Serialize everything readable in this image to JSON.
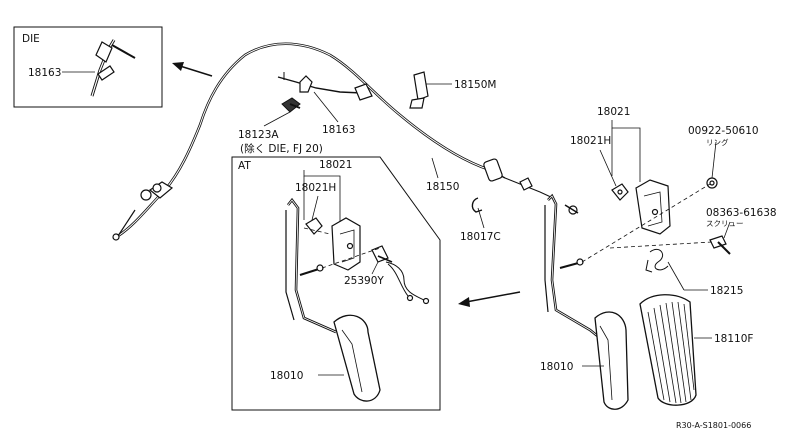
{
  "labels": {
    "die_title": "DIE",
    "p18163_inset": "18163",
    "p18150M": "18150M",
    "p18123A": "18123A",
    "p18123A_note": "(除く DIE, FJ 20)",
    "p18163": "18163",
    "p18150": "18150",
    "p18017C": "18017C",
    "p18021": "18021",
    "p18021H": "18021H",
    "p00922": "00922-50610",
    "p00922_note": "リング",
    "p08363": "08363-61638",
    "p08363_note": "スクリュー",
    "p18215": "18215",
    "p18110F": "18110F",
    "p18010": "18010",
    "at_title": "AT",
    "at_18021": "18021",
    "at_18021H": "18021H",
    "at_25390Y": "25390Y",
    "at_18010": "18010",
    "ref_code": "R30-A-S1801-0066"
  }
}
